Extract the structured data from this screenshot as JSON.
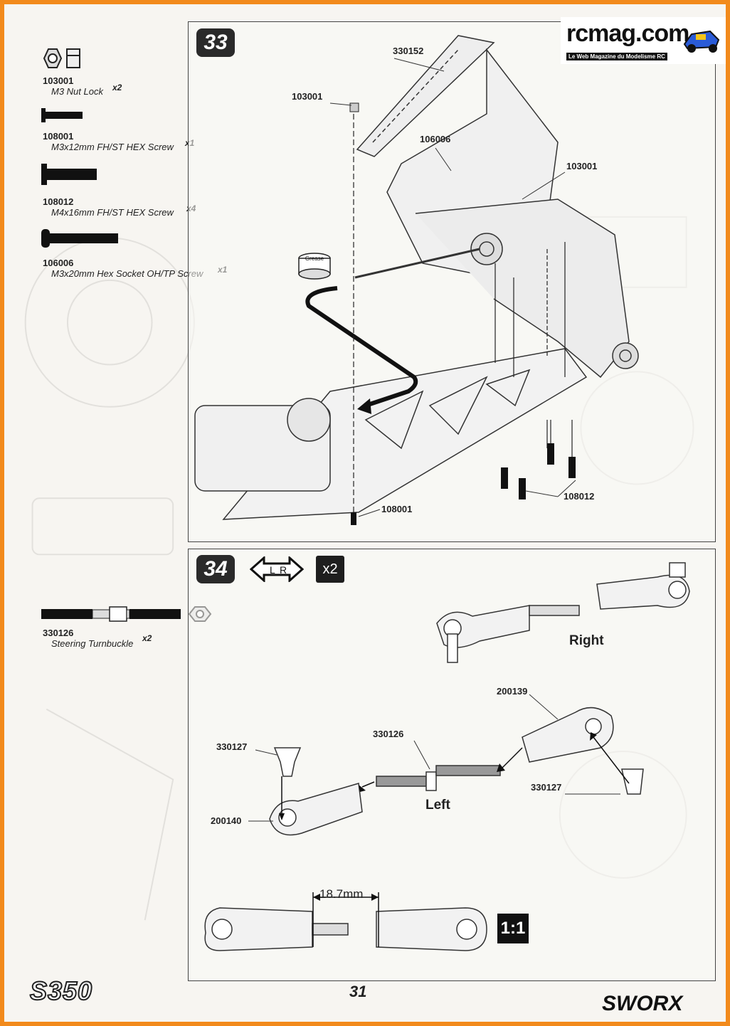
{
  "logo": {
    "main": "rcmag.com",
    "tagline": "Le Web Magazine du Modelisme RC"
  },
  "step33": {
    "number": "33",
    "parts": [
      {
        "pn": "103001",
        "desc": "M3 Nut Lock",
        "qty": "x2"
      },
      {
        "pn": "108001",
        "desc": "M3x12mm FH/ST HEX Screw",
        "qty": "x1"
      },
      {
        "pn": "108012",
        "desc": "M4x16mm FH/ST HEX Screw",
        "qty": "x4"
      },
      {
        "pn": "106006",
        "desc": "M3x20mm Hex Socket OH/TP Screw",
        "qty": "x1"
      }
    ],
    "callouts": {
      "c330152": "330152",
      "c103001a": "103001",
      "c106006": "106006",
      "c103001b": "103001",
      "c108012": "108012",
      "c108001": "108001"
    },
    "grease": "Grease"
  },
  "step34": {
    "number": "34",
    "lr": {
      "l": "L",
      "r": "R"
    },
    "multiplier": "x2",
    "parts": [
      {
        "pn": "330126",
        "desc": "Steering Turnbuckle",
        "qty": "x2"
      }
    ],
    "right_label": "Right",
    "left_label": "Left",
    "callouts": {
      "c200139": "200139",
      "c330126": "330126",
      "c330127a": "330127",
      "c330127b": "330127",
      "c200140": "200140"
    },
    "measurement": "18.7mm",
    "scale": "1:1"
  },
  "footer": {
    "page": "31",
    "model": "S350",
    "brand": "SWORX"
  }
}
